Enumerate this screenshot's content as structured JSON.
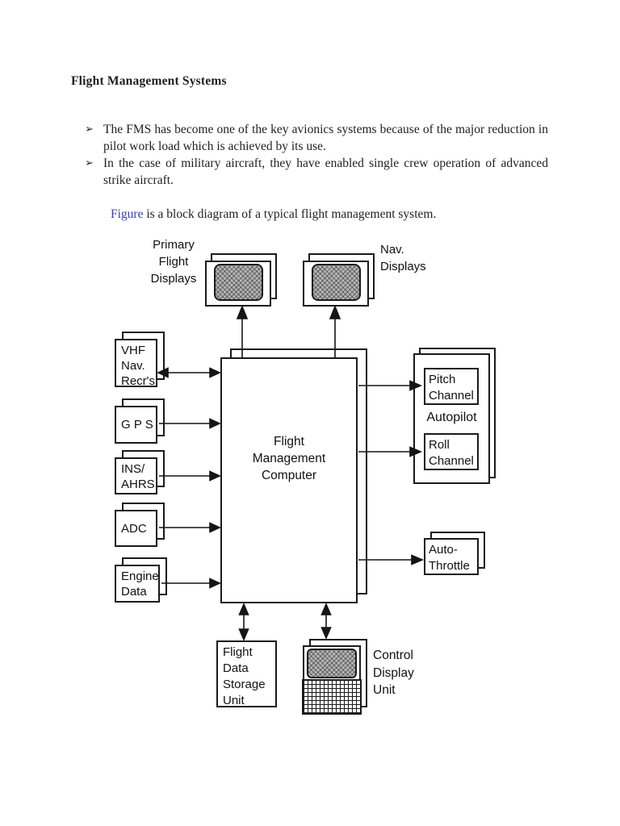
{
  "document": {
    "title": "Flight Management Systems",
    "bullet_marker": "➢",
    "bullets": [
      "The FMS has become one of the key avionics systems because of the major reduction in pilot work load which is achieved by its use.",
      "In the case of military aircraft, they have enabled single crew operation of advanced strike aircraft."
    ],
    "figure_sentence": {
      "link_text": "Figure",
      "rest": " is a block diagram of a typical flight management system."
    }
  },
  "colors": {
    "link_blue": "#3a3ac8",
    "ink": "#1a1a1a",
    "screen_gray": "#b4b4b4"
  },
  "diagram": {
    "pfd": {
      "label": [
        "Primary",
        "Flight",
        "Displays"
      ]
    },
    "nav": {
      "label": [
        "Nav.",
        "Displays"
      ]
    },
    "vhf": {
      "label": [
        "VHF",
        "Nav.",
        "Recr's"
      ]
    },
    "gps": {
      "label": "G P S"
    },
    "ins": {
      "label": [
        "INS/",
        "AHRS"
      ]
    },
    "adc": {
      "label": "ADC"
    },
    "engine": {
      "label": [
        "Engine",
        "Data"
      ]
    },
    "fmc": {
      "label": [
        "Flight",
        "Management",
        "Computer"
      ]
    },
    "autopilot": {
      "label": "Autopilot",
      "pitch": [
        "Pitch",
        "Channel"
      ],
      "roll": [
        "Roll",
        "Channel"
      ]
    },
    "autothrottle": {
      "label": [
        "Auto-",
        "Throttle"
      ]
    },
    "fdsu": {
      "label": [
        "Flight",
        "Data",
        "Storage",
        "Unit"
      ]
    },
    "cdu": {
      "label": [
        "Control",
        "Display",
        "Unit"
      ]
    }
  }
}
